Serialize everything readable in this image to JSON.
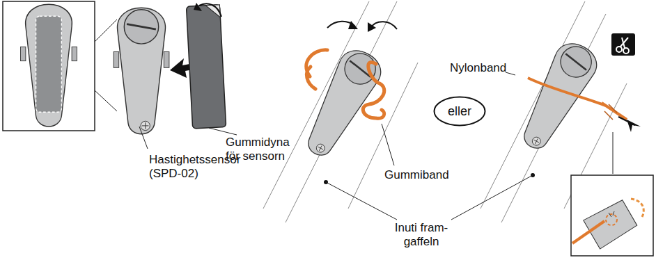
{
  "diagram": {
    "nodes": [
      {
        "text": [
          "eller"
        ]
      }
    ],
    "labels": [
      "Hastighetssensor (SPD-02)",
      "Gummidyna för sensorn",
      "Gummiband",
      "Nylonband",
      "Inuti fram- gaffeln"
    ]
  }
}
